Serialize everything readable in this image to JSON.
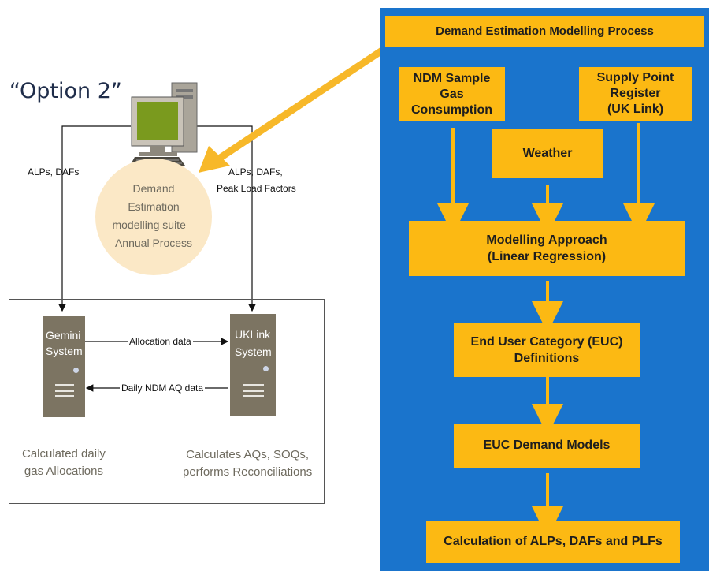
{
  "left": {
    "option_title": "“Option 2”",
    "left_link_label": "ALPs, DAFs",
    "right_link_label_line1": "ALPs, DAFs,",
    "right_link_label_line2": "Peak Load Factors",
    "suite_lines": [
      "Demand",
      "Estimation",
      "modelling suite –",
      "Annual Process"
    ],
    "gemini": {
      "line1": "Gemini",
      "line2": "System"
    },
    "uklink": {
      "line1": "UKLink",
      "line2": "System"
    },
    "allocation_label": "Allocation data",
    "daily_label": "Daily NDM AQ data",
    "gemini_note": [
      "Calculated daily",
      "gas Allocations"
    ],
    "uklink_note": [
      "Calculates AQs, SOQs,",
      "performs Reconciliations"
    ]
  },
  "flow": {
    "header": "Demand Estimation Modelling Process",
    "ndm_sample": "NDM Sample\nGas\nConsumption",
    "supply_point": "Supply Point\nRegister\n(UK Link)",
    "weather": "Weather",
    "modelling": "Modelling Approach\n(Linear Regression)",
    "euc_definitions": "End User Category (EUC)\nDefinitions",
    "euc_models": "EUC Demand Models",
    "calculation": "Calculation of ALPs, DAFs and PLFs"
  },
  "colors": {
    "panel_blue": "#1a74cc",
    "box_yellow": "#fcb913",
    "server_gray": "#7c7462",
    "circle_cream": "#fbe8c6",
    "monitor_green": "#7a9a1e"
  },
  "icons": {
    "computer": "desktop-computer-icon",
    "server": "server-icon"
  }
}
